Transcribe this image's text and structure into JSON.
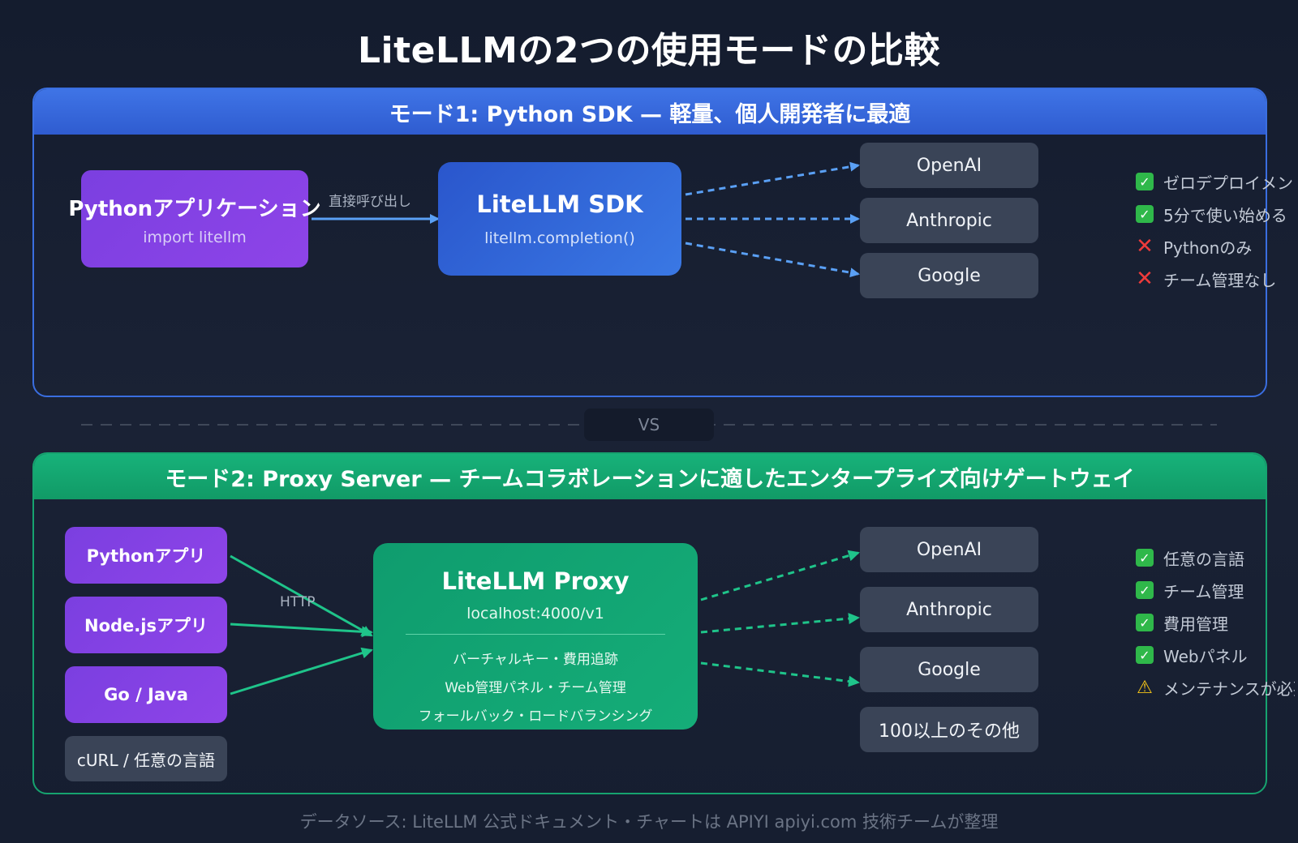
{
  "title": "LiteLLMの2つの使用モードの比較",
  "mode1": {
    "header": "モード1: Python SDK — 軽量、個人開発者に最適",
    "app": {
      "title": "Pythonアプリケーション",
      "subtitle": "import litellm"
    },
    "edge_label": "直接呼び出し",
    "core": {
      "title": "LiteLLM SDK",
      "subtitle": "litellm.completion()"
    },
    "providers": [
      "OpenAI",
      "Anthropic",
      "Google"
    ],
    "features": [
      {
        "icon": "check-icon",
        "text": "ゼロデプロイメント"
      },
      {
        "icon": "check-icon",
        "text": "5分で使い始める"
      },
      {
        "icon": "cross-icon",
        "text": "Pythonのみ"
      },
      {
        "icon": "cross-icon",
        "text": "チーム管理なし"
      }
    ]
  },
  "vs": "VS",
  "mode2": {
    "header": "モード2: Proxy Server — チームコラボレーションに適したエンタープライズ向けゲートウェイ",
    "clients": [
      "Pythonアプリ",
      "Node.jsアプリ",
      "Go / Java"
    ],
    "other_client": "cURL / 任意の言語",
    "edge_label": "HTTP",
    "core": {
      "title": "LiteLLM Proxy",
      "subtitle": "localhost:4000/v1",
      "lines": [
        "バーチャルキー・費用追跡",
        "Web管理パネル・チーム管理",
        "フォールバック・ロードバランシング"
      ]
    },
    "providers": [
      "OpenAI",
      "Anthropic",
      "Google",
      "100以上のその他"
    ],
    "features": [
      {
        "icon": "check-icon",
        "text": "任意の言語"
      },
      {
        "icon": "check-icon",
        "text": "チーム管理"
      },
      {
        "icon": "check-icon",
        "text": "費用管理"
      },
      {
        "icon": "check-icon",
        "text": "Webパネル"
      },
      {
        "icon": "warning-icon",
        "text": "メンテナンスが必要"
      }
    ]
  },
  "footer": "データソース: LiteLLM 公式ドキュメント・チャートは APIYI apiyi.com 技術チームが整理",
  "colors": {
    "background": "#1a2235",
    "mode1_accent": "#3a6ee0",
    "mode2_accent": "#16a36f",
    "client_purple": "#7b3fe0",
    "provider_gray": "#3a4457",
    "arrow_blue": "#5aa0f5",
    "arrow_green": "#1fc48a"
  }
}
